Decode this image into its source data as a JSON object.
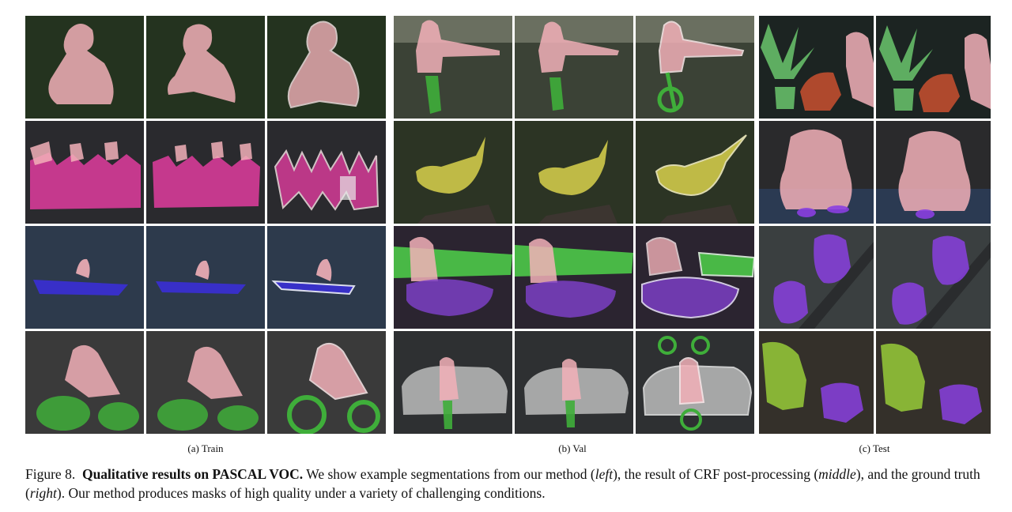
{
  "figure": {
    "subfigures": [
      {
        "id": "train",
        "label": "(a) Train"
      },
      {
        "id": "val",
        "label": "(b) Val"
      },
      {
        "id": "test",
        "label": "(c) Test"
      }
    ],
    "caption": {
      "prefix": "Figure 8.",
      "title": "Qualitative results on PASCAL VOC.",
      "t1": "We show example segmentations from our method (",
      "left": "left",
      "t2": "), the result of CRF post-processing (",
      "middle": "middle",
      "t3": "), and the ground truth (",
      "right": "right",
      "t4": "). Our method produces masks of high quality under a variety of challenging conditions."
    }
  },
  "colors": {
    "person": "#f2b0b8",
    "horse": "#e03c9e",
    "boat": "#3a2fd6",
    "bicycle": "#3fae3a",
    "bird": "#d9d24c",
    "sofa": "#4fd24a",
    "chair": "#7b3fc4",
    "car": "#cfcfcf",
    "cat": "#c9502f",
    "plant": "#6fcf72",
    "dog": "#8a3fe0",
    "cow": "#9ed63a"
  }
}
